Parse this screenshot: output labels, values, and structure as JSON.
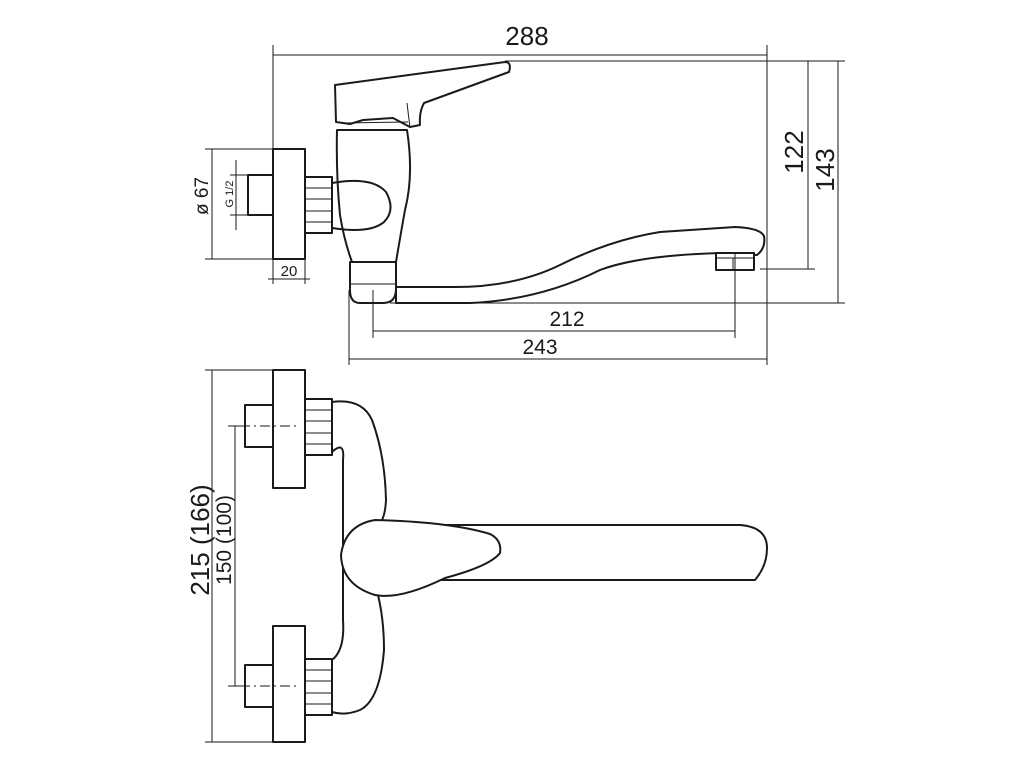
{
  "dimensions": {
    "overall_length": "288",
    "spout_height": "122",
    "total_height": "143",
    "spout_reach": "212",
    "body_length": "243",
    "flange_diameter": "ø 67",
    "thread": "G 1/2",
    "flange_depth": "20",
    "outer_spacing": "215 (166)",
    "inner_spacing": "150 (100)"
  }
}
